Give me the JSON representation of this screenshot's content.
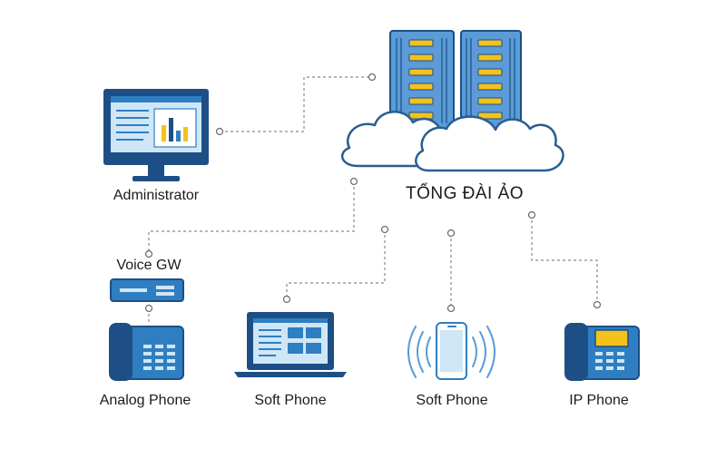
{
  "cloud_title": "TỔNG ĐÀI ẢO",
  "nodes": {
    "administrator": "Administrator",
    "voice_gw": "Voice GW",
    "analog_phone": "Analog Phone",
    "soft_phone_laptop": "Soft Phone",
    "soft_phone_mobile": "Soft Phone",
    "ip_phone": "IP Phone"
  },
  "colors": {
    "device_blue": "#2f7ec1",
    "device_dark": "#1d4f86",
    "screen_light": "#cfe6f7",
    "accent_yellow": "#f4c21a",
    "server_blue": "#5a9bd8",
    "cloud_stroke": "#2a5d93",
    "connector": "#8a8a8a"
  }
}
